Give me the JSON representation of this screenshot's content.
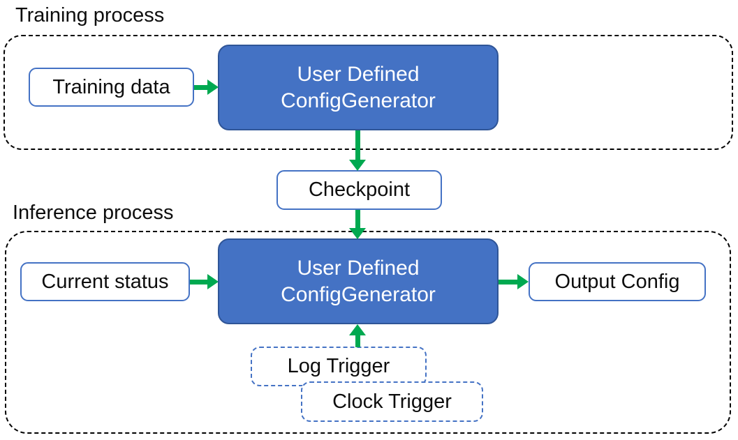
{
  "colors": {
    "generator_fill": "#4472C4",
    "generator_border": "#2F5597",
    "io_box_border": "#4472C4",
    "arrow_green": "#00A950",
    "container_dash": "#000000"
  },
  "training_section": {
    "label": "Training process",
    "nodes": {
      "training_data": "Training data",
      "generator": {
        "line1": "User Defined",
        "line2": "ConfigGenerator"
      }
    }
  },
  "checkpoint": {
    "label": "Checkpoint"
  },
  "inference_section": {
    "label": "Inference process",
    "nodes": {
      "current_status": "Current status",
      "generator": {
        "line1": "User Defined",
        "line2": "ConfigGenerator"
      },
      "output_config": "Output Config",
      "log_trigger": "Log Trigger",
      "clock_trigger": "Clock Trigger"
    }
  }
}
